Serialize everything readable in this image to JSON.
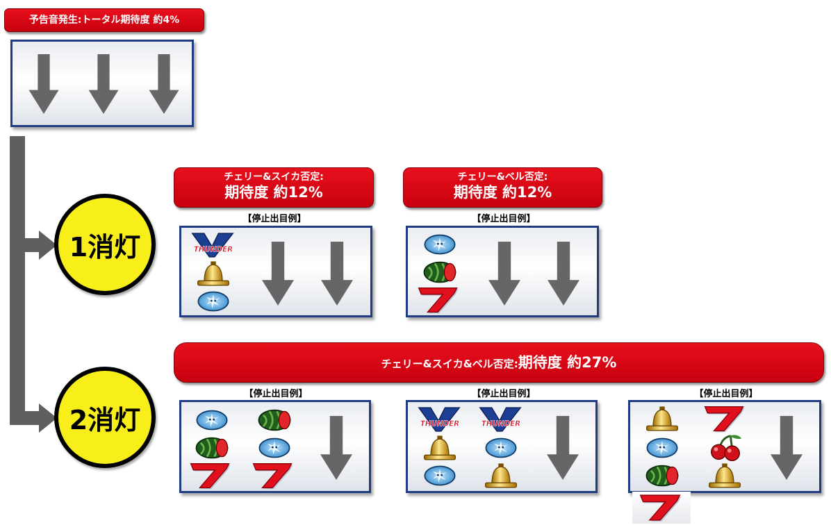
{
  "top_label": "予告音発生:トータル期待度  約4%",
  "branch1": {
    "circle": "1消灯",
    "bar_a": {
      "line1": "チェリー&スイカ否定:",
      "line2": "期待度  約12%"
    },
    "bar_b": {
      "line1": "チェリー&ベル否定:",
      "line2": "期待度  約12%"
    },
    "caption": "【停止出目例】"
  },
  "branch2": {
    "circle": "2消灯",
    "bar": {
      "prefix": "チェリー&スイカ&ベル否定:",
      "rate": "期待度  約27%"
    },
    "caption": "【停止出目例】"
  },
  "symbols": {
    "thunder_text": "THUNDER",
    "seven": "7"
  },
  "colors": {
    "red": "#d6000f",
    "blue_frame": "#1f3b82",
    "yellow": "#f8ef1a",
    "arrow": "#666666"
  }
}
